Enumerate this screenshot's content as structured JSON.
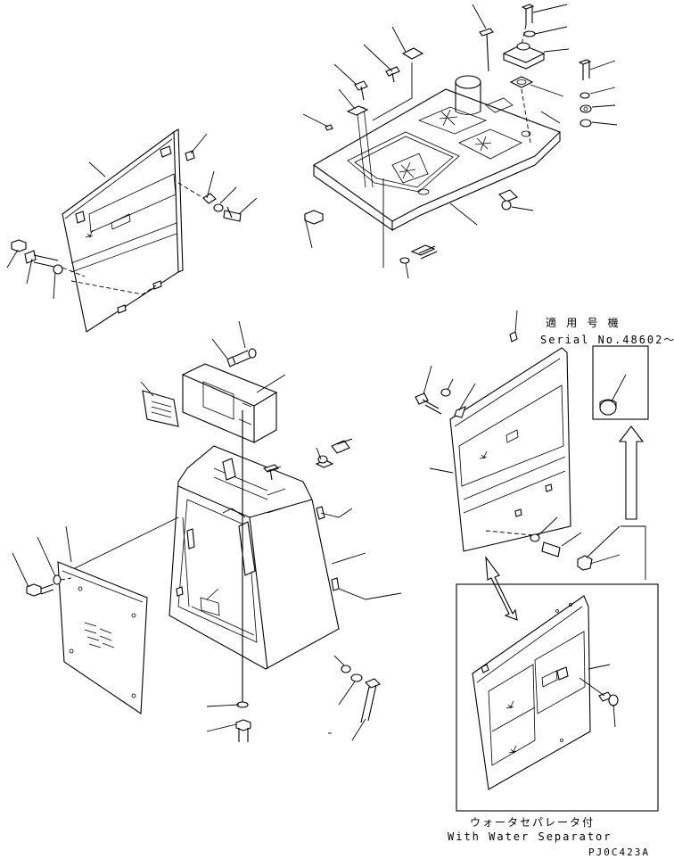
{
  "labels": {
    "serial_jp": "適 用 号 機",
    "serial_no": "Serial No.48602～",
    "water_sep_jp": "ウォータセパレータ付",
    "water_sep_en": "With Water Separator",
    "drawing_code": "PJ0C423A"
  }
}
